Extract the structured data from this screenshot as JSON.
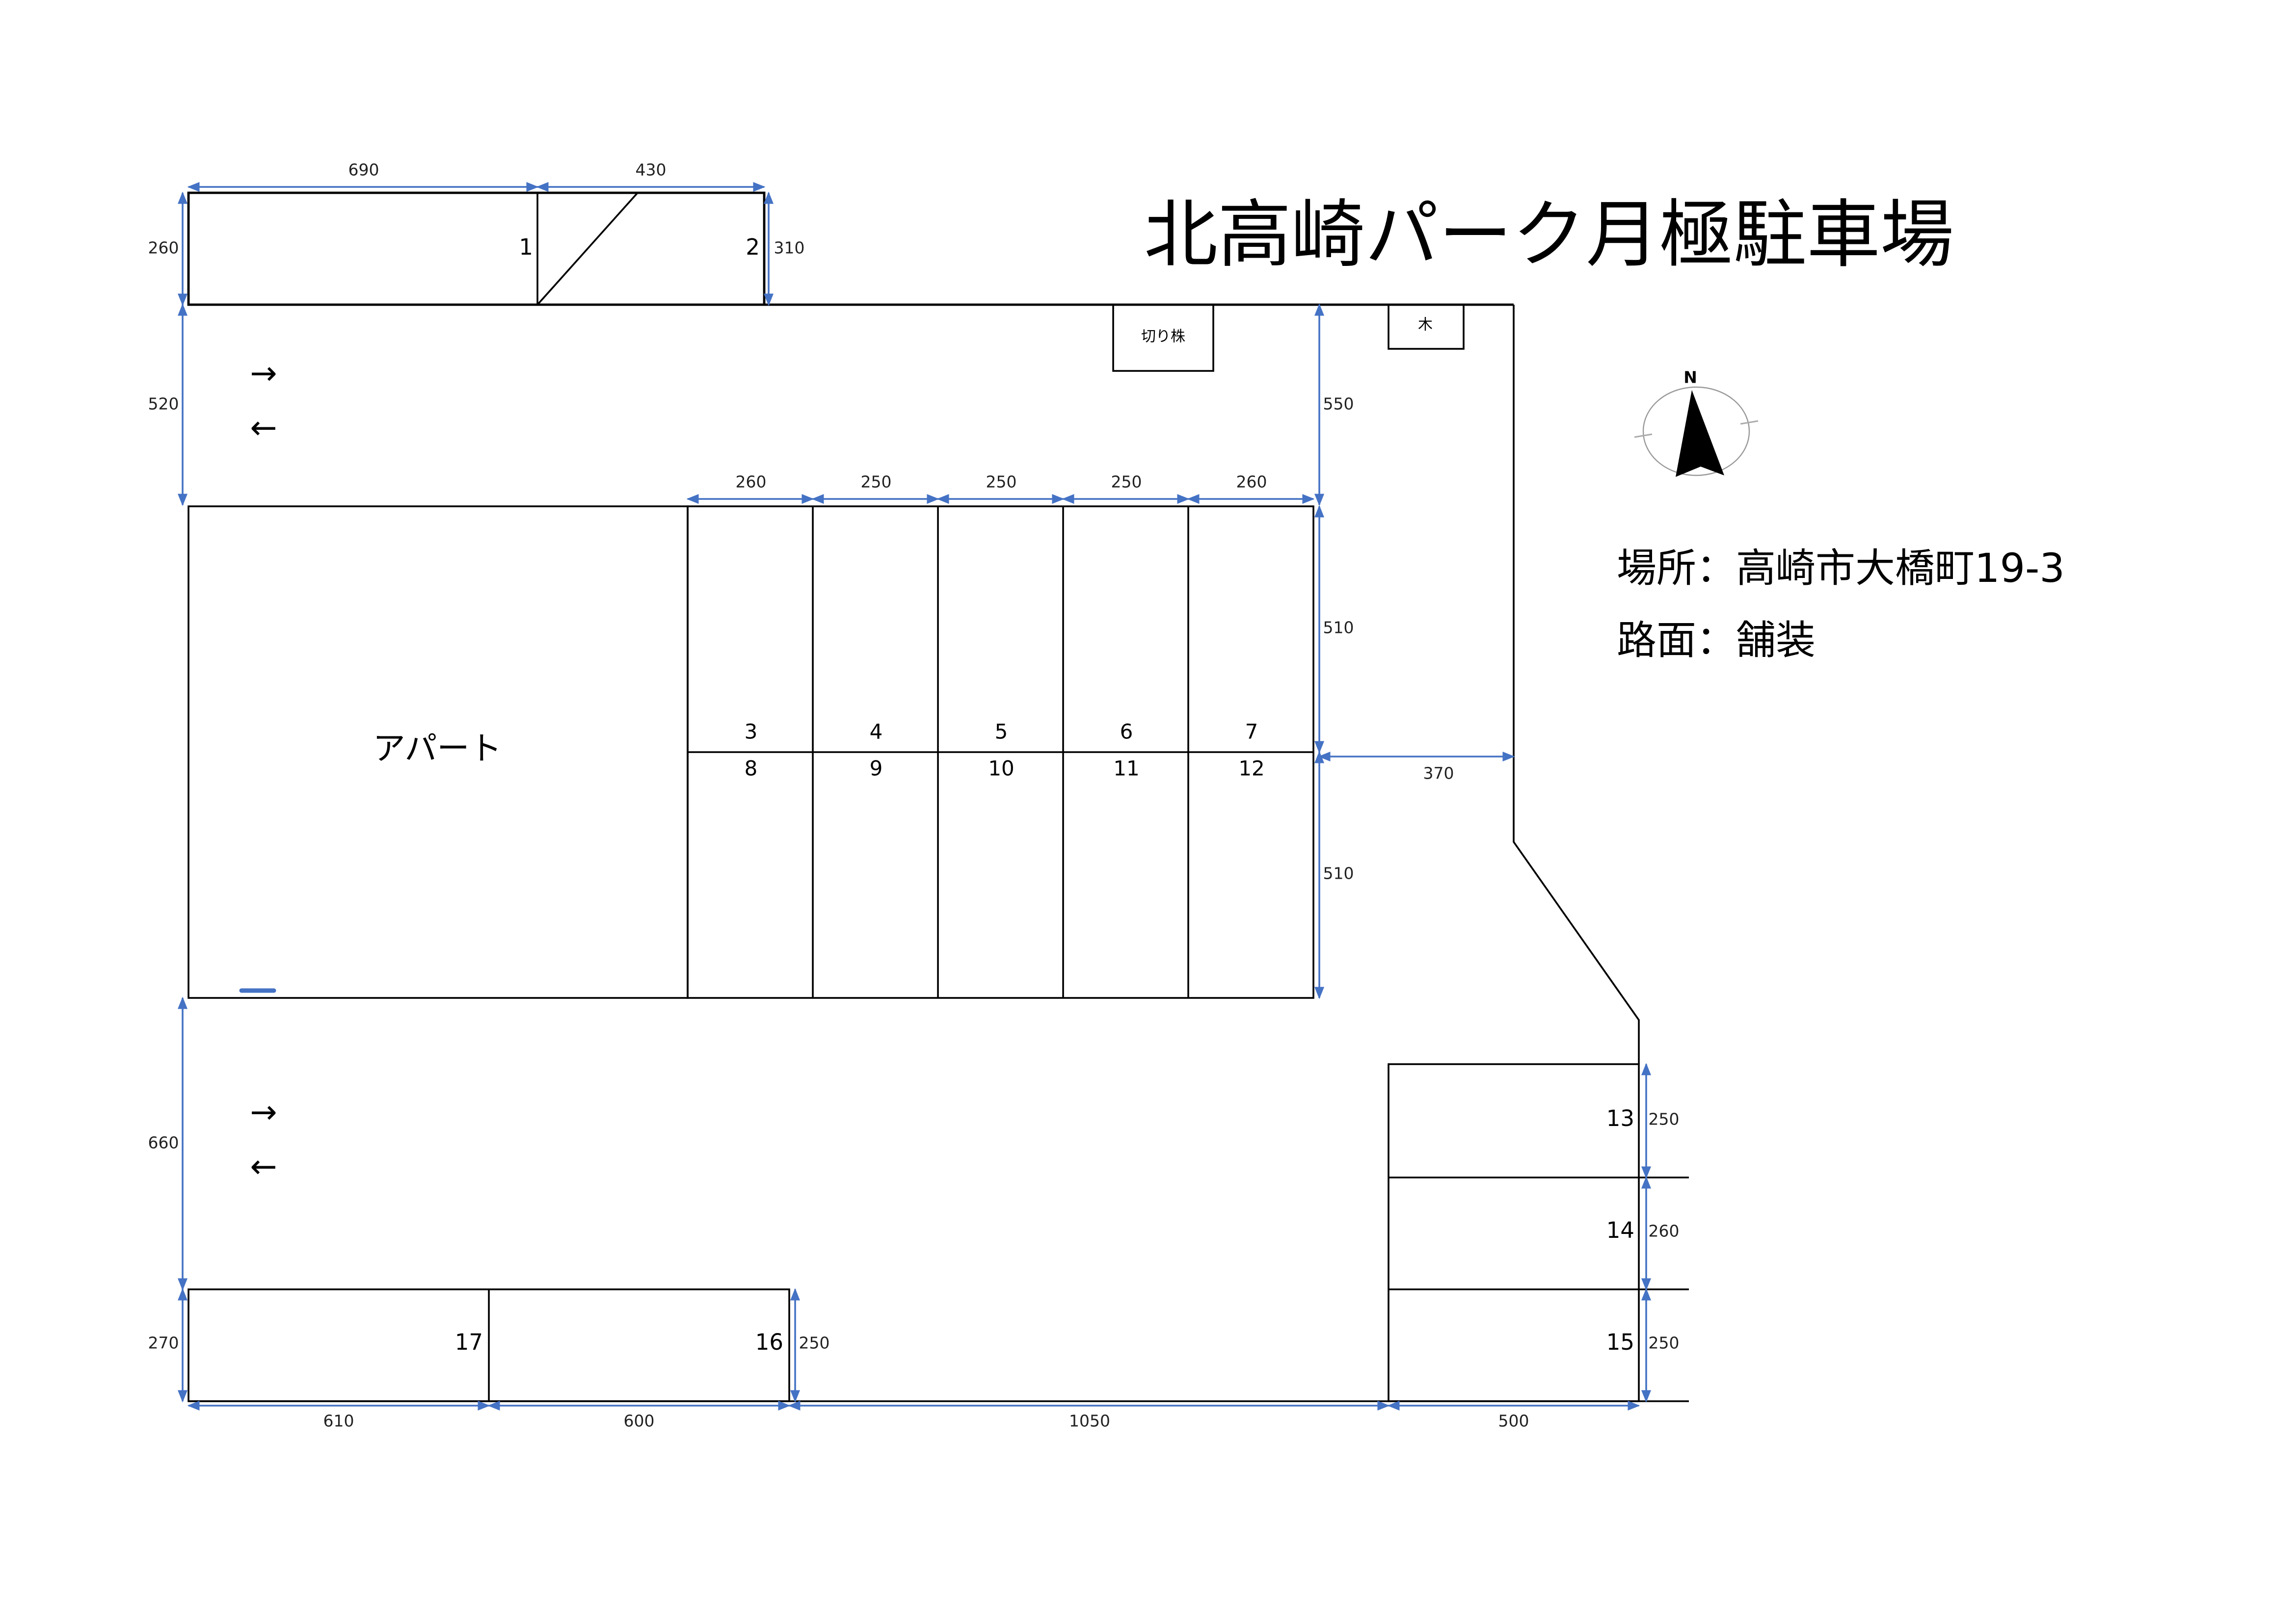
{
  "title": "北高崎パーク月極駐車場",
  "info": {
    "location": "場所：高崎市大橋町19-3",
    "surface": "路面：舗装"
  },
  "labels": {
    "apartment": "アパート",
    "stump": "切り株",
    "tree": "木",
    "compass_north": "N",
    "arrow_right": "→",
    "arrow_left": "←"
  },
  "stalls": [
    "1",
    "2",
    "3",
    "4",
    "5",
    "6",
    "7",
    "8",
    "9",
    "10",
    "11",
    "12",
    "13",
    "14",
    "15",
    "16",
    "17"
  ],
  "dimensions": {
    "top_690": "690",
    "top_430": "430",
    "left_260": "260",
    "right_310": "310",
    "left_520": "520",
    "right_550": "550",
    "row_260a": "260",
    "row_250a": "250",
    "row_250b": "250",
    "row_250c": "250",
    "row_260b": "260",
    "right_510a": "510",
    "right_510b": "510",
    "width_370": "370",
    "left_660": "660",
    "left_270": "270",
    "right_250_16": "250",
    "bottom_610": "610",
    "bottom_600": "600",
    "bottom_1050": "1050",
    "bottom_500": "500",
    "right_250_13": "250",
    "right_260_14": "260",
    "right_250_15": "250"
  },
  "colors": {
    "dimension": "#4472c4",
    "line": "#000000"
  }
}
